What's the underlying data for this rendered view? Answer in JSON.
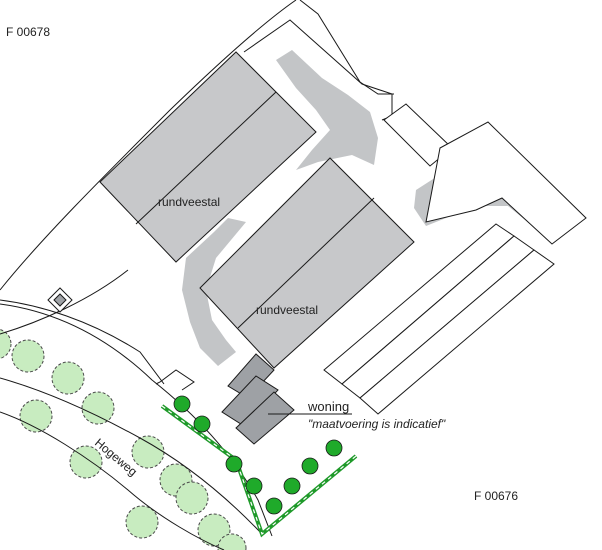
{
  "parcels": {
    "north_west": "F 00678",
    "south_east": "F 00676"
  },
  "buildings": {
    "barn_1": "rundveestal",
    "barn_2": "rundveestal",
    "house": "woning",
    "house_note": "\"maatvoering is indicatief\""
  },
  "road": {
    "name": "Hogeweg"
  },
  "colors": {
    "building_fill": "#c7c8ca",
    "house_fill": "#9ea1a5",
    "paved_area": "#c3c5c7",
    "tree_existing": "#c8ecc0",
    "tree_new": "#1faa2a",
    "hedge": "#1f9a2a",
    "outline": "#1a1a1a"
  }
}
